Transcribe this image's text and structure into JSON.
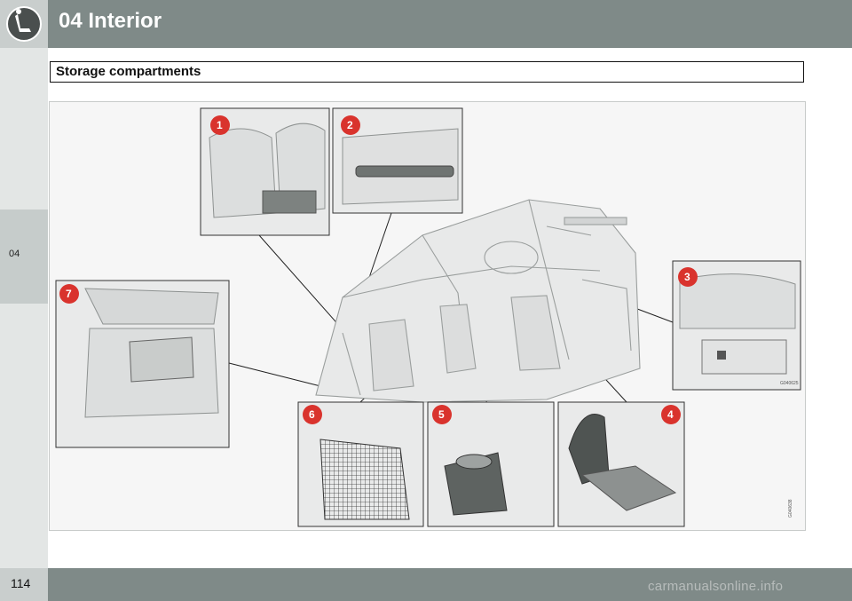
{
  "header": {
    "title": "04 Interior",
    "icon": "seat-icon"
  },
  "sidebar": {
    "chapter_tab": "04"
  },
  "section": {
    "title": "Storage compartments"
  },
  "figure": {
    "callouts": [
      "1",
      "2",
      "3",
      "4",
      "5",
      "6",
      "7"
    ],
    "image_code": "G040638",
    "inset_code": "G040625"
  },
  "footer": {
    "page_number": "114",
    "watermark": "carmanualsonline.info"
  },
  "colors": {
    "band": "#7f8a88",
    "badge": "#d9332d",
    "panel": "#c9cecd"
  }
}
